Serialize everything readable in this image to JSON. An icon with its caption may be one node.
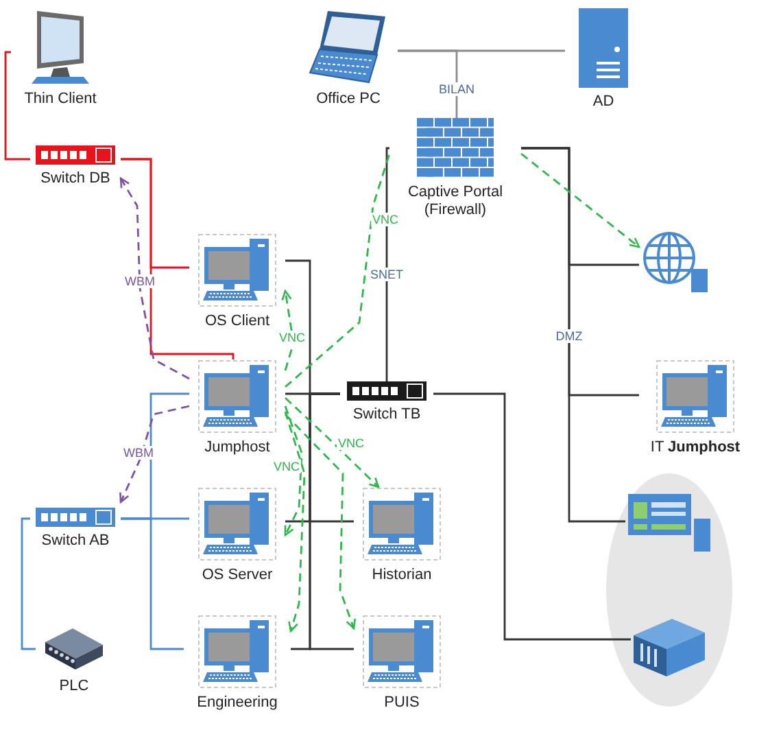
{
  "diagram": {
    "nodes": [
      {
        "text": [
          "Thin Client"
        ]
      },
      {
        "text": [
          "Office PC"
        ]
      },
      {
        "text": [
          "AD"
        ]
      },
      {
        "text": [
          "Captive Portal (Firewall)"
        ]
      },
      {
        "text": [
          "Switch DB"
        ]
      },
      {
        "text": [
          "OS Client"
        ]
      },
      {
        "text": [],
        "shape": "picture"
      },
      {
        "text": [
          "Jumphost"
        ]
      },
      {
        "text": [
          "Switch TB"
        ]
      },
      {
        "text": [
          "IT **Jumphost**"
        ]
      },
      {
        "text": [],
        "shape": "ellipse"
      },
      {
        "text": [],
        "shape": "picture",
        "in": 10
      },
      {
        "text": [
          "Switch AB"
        ]
      },
      {
        "text": [
          "OS Server"
        ]
      },
      {
        "text": [
          "Historian"
        ]
      },
      {
        "text": [],
        "shape": "picture",
        "in": 10
      },
      {
        "text": [
          "PLC"
        ]
      },
      {
        "text": [
          "Engineering"
        ]
      },
      {
        "text": [
          "PUIS"
        ]
      }
    ],
    "edges": [
      {
        "from": 0,
        "to": 4,
        "arrow": "none",
        "color": "#e8141b"
      },
      {
        "from": 4,
        "to": 5,
        "arrow": "none",
        "color": "#e8141b"
      },
      {
        "from": 4,
        "to": 7,
        "arrow": "none",
        "color": "#e8141b"
      },
      {
        "from": 1,
        "to": 2,
        "arrow": "none",
        "color": "#8c8c8c"
      },
      {
        "from": 3,
        "to": 1,
        "arrow": "none",
        "label": "BILAN",
        "color": "#8c8c8c"
      },
      {
        "from": 3,
        "to": 8,
        "arrow": "none",
        "label": "SNET"
      },
      {
        "from": 3,
        "to": 6,
        "arrow": "none"
      },
      {
        "from": 3,
        "to": 9,
        "arrow": "none",
        "label": "DMZ"
      },
      {
        "from": 3,
        "to": 11,
        "arrow": "none"
      },
      {
        "from": 8,
        "to": 7,
        "arrow": "none"
      },
      {
        "from": 8,
        "to": 5,
        "arrow": "none"
      },
      {
        "from": 8,
        "to": 13,
        "arrow": "none"
      },
      {
        "from": 8,
        "to": 14,
        "arrow": "none"
      },
      {
        "from": 8,
        "to": 17,
        "arrow": "none"
      },
      {
        "from": 8,
        "to": 18,
        "arrow": "none"
      },
      {
        "from": 8,
        "to": 15,
        "arrow": "none"
      },
      {
        "from": 12,
        "to": 7,
        "arrow": "none",
        "color": "#4a8ad0"
      },
      {
        "from": 12,
        "to": 13,
        "arrow": "none",
        "color": "#4a8ad0"
      },
      {
        "from": 12,
        "to": 17,
        "arrow": "none",
        "color": "#4a8ad0"
      },
      {
        "from": 12,
        "to": 16,
        "arrow": "none",
        "color": "#4a8ad0"
      },
      {
        "from": 7,
        "to": 4,
        "arrow": "to",
        "label": "WBM",
        "style": "dashed",
        "color": "#7b52a8"
      },
      {
        "from": 7,
        "to": 12,
        "arrow": "to",
        "label": "WBM",
        "style": "dashed",
        "color": "#7b52a8"
      },
      {
        "from": 7,
        "to": 3,
        "arrow": "none",
        "label": "VNC",
        "style": "dashed",
        "color": "#2eb84b"
      },
      {
        "from": 7,
        "to": 5,
        "arrow": "to",
        "label": "VNC",
        "style": "dashed",
        "color": "#2eb84b"
      },
      {
        "from": 7,
        "to": 14,
        "arrow": "to",
        "label": "VNC",
        "style": "dashed",
        "color": "#2eb84b"
      },
      {
        "from": 7,
        "to": 13,
        "arrow": "to",
        "label": "VNC",
        "style": "dashed",
        "color": "#2eb84b"
      },
      {
        "from": 7,
        "to": 17,
        "arrow": "to",
        "style": "dashed",
        "color": "#2eb84b"
      },
      {
        "from": 7,
        "to": 18,
        "arrow": "to",
        "style": "dashed",
        "color": "#2eb84b"
      },
      {
        "from": 3,
        "to": 6,
        "arrow": "to",
        "style": "dashed",
        "color": "#2eb84b"
      }
    ]
  }
}
